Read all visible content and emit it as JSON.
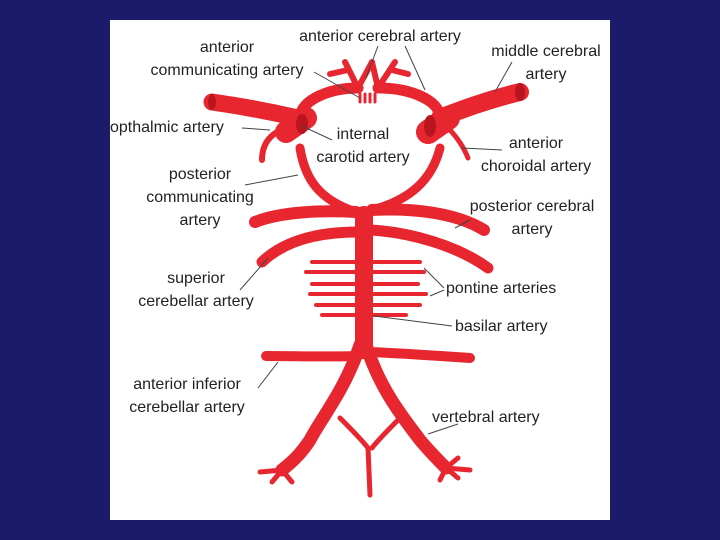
{
  "colors": {
    "background": "#1c1a6b",
    "panel": "#ffffff",
    "artery": "#e8262f",
    "artery_dark": "#b8151f",
    "leader": "#444444",
    "text": "#222222"
  },
  "labels": {
    "anterior_communicating": [
      "anterior",
      "communicating artery"
    ],
    "anterior_cerebral": [
      "anterior cerebral artery"
    ],
    "middle_cerebral": [
      "middle cerebral",
      "artery"
    ],
    "opthalmic": [
      "opthalmic artery"
    ],
    "internal_carotid": [
      "internal",
      "carotid artery"
    ],
    "anterior_choroidal": [
      "anterior",
      "choroidal artery"
    ],
    "posterior_communicating": [
      "posterior",
      "communicating",
      "artery"
    ],
    "posterior_cerebral": [
      "posterior cerebral",
      "artery"
    ],
    "superior_cerebellar": [
      "superior",
      "cerebellar artery"
    ],
    "pontine": [
      "pontine arteries"
    ],
    "basilar": [
      "basilar artery"
    ],
    "anterior_inferior_cerebellar": [
      "anterior inferior",
      "cerebellar artery"
    ],
    "vertebral": [
      "vertebral artery"
    ]
  }
}
